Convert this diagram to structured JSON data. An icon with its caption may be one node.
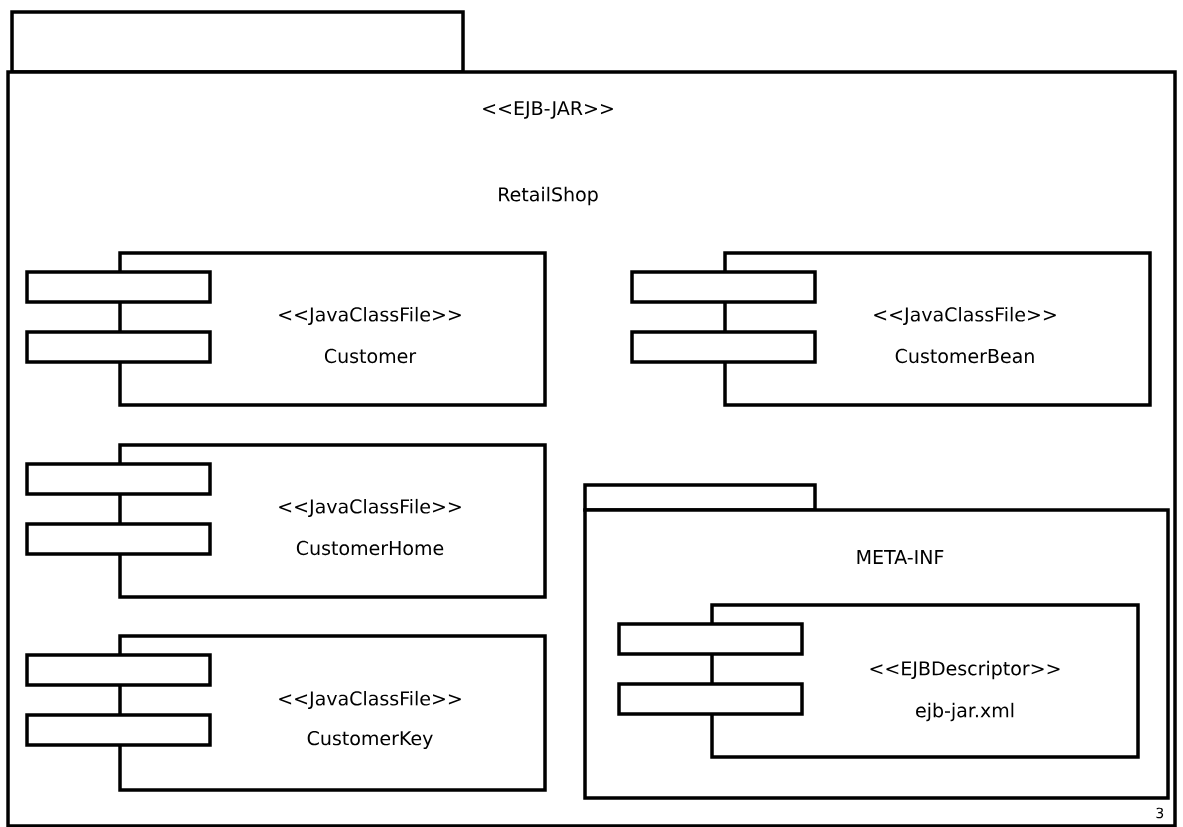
{
  "diagram": {
    "nodes": [
      {
        "text": [
          "<<EJB-JAR>>",
          "RetailShop"
        ]
      },
      {
        "text": [
          "<<JavaClassFile>>",
          "Customer"
        ],
        "in": 0
      },
      {
        "text": [
          "<<JavaClassFile>>",
          "CustomerBean"
        ],
        "in": 0
      },
      {
        "text": [
          "<<JavaClassFile>>",
          "CustomerHome"
        ],
        "in": 0
      },
      {
        "text": [
          "<<JavaClassFile>>",
          "CustomerKey"
        ],
        "in": 0
      },
      {
        "text": [
          "META-INF"
        ],
        "in": 0
      },
      {
        "text": [
          "<<EJBDescriptor>>",
          "ejb-jar.xml"
        ],
        "in": 5
      }
    ],
    "labels": [
      "3"
    ]
  }
}
